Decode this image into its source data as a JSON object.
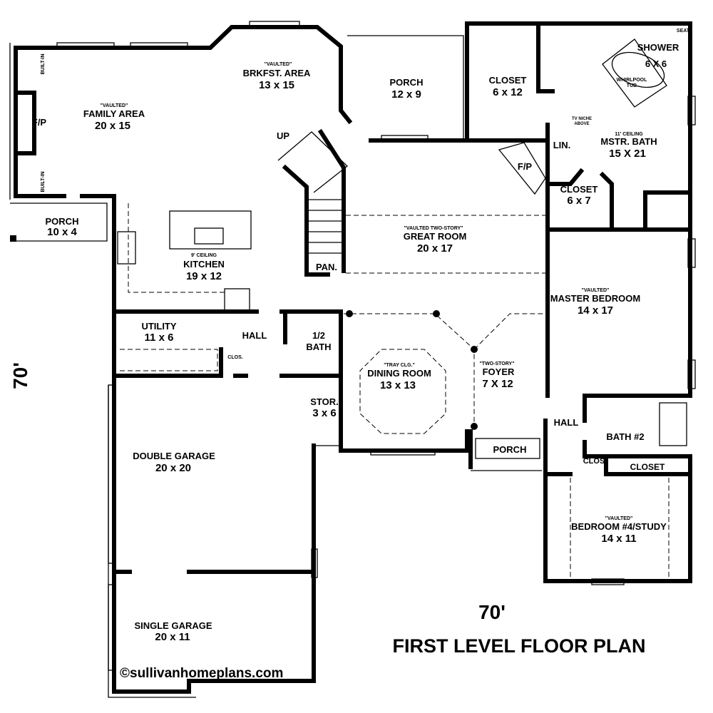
{
  "title": "FIRST LEVEL FLOOR PLAN",
  "dimension_width": "70'",
  "dimension_depth": "70'",
  "copyright": "©sullivanhomeplans.com",
  "rooms": {
    "family": {
      "note": "\"VAULTED\"",
      "name": "FAMILY AREA",
      "dims": "20 x 15"
    },
    "brkfst": {
      "note": "\"VAULTED\"",
      "name": "BRKFST. AREA",
      "dims": "13 x 15"
    },
    "porch_rear": {
      "name": "PORCH",
      "dims": "12 x 9"
    },
    "closet_master": {
      "name": "CLOSET",
      "dims": "6 x 12"
    },
    "shower": {
      "name": "SHOWER",
      "dims": "6 X 6",
      "seat": "SEAT"
    },
    "whirlpool": {
      "name": "WHIRLPOOL",
      "sub": "TUB"
    },
    "tv_niche": {
      "line1": "TV NICHE",
      "line2": "ABOVE"
    },
    "mstr_bath": {
      "note": "11' CEILING",
      "name": "MSTR. BATH",
      "dims": "15 X 21"
    },
    "lin": {
      "name": "LIN."
    },
    "fp_great": {
      "name": "F/P"
    },
    "closet_67": {
      "name": "CLOSET",
      "dims": "6 x 7"
    },
    "fp_family": {
      "name": "F/P"
    },
    "built_in_1": {
      "name": "BUILT-IN"
    },
    "built_in_2": {
      "name": "BUILT-IN"
    },
    "up": {
      "name": "UP"
    },
    "porch_side": {
      "name": "PORCH",
      "dims": "10 x 4"
    },
    "kitchen": {
      "note": "9' CEILING",
      "name": "KITCHEN",
      "dims": "19 x 12"
    },
    "pan": {
      "name": "PAN."
    },
    "great": {
      "note": "\"VAULTED TWO-STORY\"",
      "name": "GREAT ROOM",
      "dims": "20 x 17"
    },
    "master_bed": {
      "note": "\"VAULTED\"",
      "name": "MASTER BEDROOM",
      "dims": "14 x 17"
    },
    "utility": {
      "name": "UTILITY",
      "dims": "11 x 6"
    },
    "hall_1": {
      "name": "HALL"
    },
    "clos_1": {
      "name": "CLOS."
    },
    "half_bath": {
      "name": "1/2",
      "sub": "BATH"
    },
    "dining": {
      "note": "\"TRAY CLG.\"",
      "name": "DINING ROOM",
      "dims": "13 x 13"
    },
    "foyer": {
      "note": "\"TWO-STORY\"",
      "name": "FOYER",
      "dims": "7 X 12"
    },
    "stor": {
      "name": "STOR.",
      "dims": "3 x 6"
    },
    "hall_2": {
      "name": "HALL"
    },
    "bath2": {
      "name": "BATH #2"
    },
    "porch_front": {
      "name": "PORCH"
    },
    "clos_2": {
      "name": "CLOS"
    },
    "closet_bed4": {
      "name": "CLOSET"
    },
    "bed4": {
      "note": "\"VAULTED\"",
      "name": "BEDROOM #4/STUDY",
      "dims": "14 x 11"
    },
    "double_garage": {
      "name": "DOUBLE GARAGE",
      "dims": "20 x 20"
    },
    "single_garage": {
      "name": "SINGLE GARAGE",
      "dims": "20 x 11"
    }
  }
}
